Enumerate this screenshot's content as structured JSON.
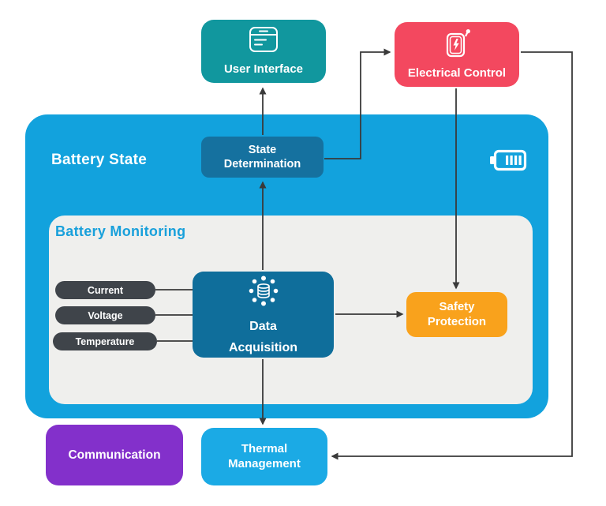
{
  "diagram": {
    "outer": {
      "title": "Battery State",
      "icon": "battery-icon",
      "color": "#12A2DD"
    },
    "inner": {
      "title": "Battery Monitoring",
      "color": "#EFEFED",
      "title_color": "#18A0DB"
    },
    "nodes": {
      "user_interface": {
        "label": "User Interface",
        "icon": "window-lines-icon",
        "color": "#11979E"
      },
      "electrical_control": {
        "label": "Electrical Control",
        "icon": "charger-bolt-icon",
        "color": "#F3485F"
      },
      "state_determination": {
        "line1": "State",
        "line2": "Determination",
        "color": "#15719F"
      },
      "data_acquisition": {
        "line1": "Data",
        "line2": "Acquisition",
        "icon": "database-nodes-icon",
        "color": "#0F6E9B"
      },
      "safety_protection": {
        "line1": "Safety",
        "line2": "Protection",
        "color": "#F9A21C"
      },
      "communication": {
        "label": "Communication",
        "color": "#8330CB"
      },
      "thermal_management": {
        "line1": "Thermal",
        "line2": "Management",
        "color": "#1BAAE5"
      }
    },
    "inputs": [
      {
        "label": "Current"
      },
      {
        "label": "Voltage"
      },
      {
        "label": "Temperature"
      }
    ],
    "connections": [
      "State Determination -> User Interface",
      "Data Acquisition -> State Determination",
      "State Determination -> Electrical Control",
      "Electrical Control -> Safety Protection",
      "Data Acquisition -> Safety Protection",
      "Data Acquisition -> Thermal Management",
      "Electrical Control -> Thermal Management",
      "Current -> Data Acquisition",
      "Voltage -> Data Acquisition",
      "Temperature -> Data Acquisition"
    ],
    "arrow_color": "#3A3A3A",
    "pill_color": "#3F444A"
  }
}
